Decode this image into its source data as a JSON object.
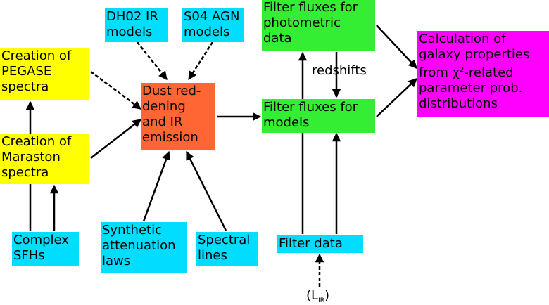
{
  "nodes": {
    "dh02": {
      "text": "DH02 IR\nmodels",
      "color": "#00ddff"
    },
    "s04": {
      "text": "S04 AGN\nmodels",
      "color": "#00ddff"
    },
    "pegase": {
      "text": "Creation of\nPEGASE\nspectra",
      "color": "#ffff00"
    },
    "maraston": {
      "text": "Creation of\nMaraston\nspectra",
      "color": "#ffff00"
    },
    "dust": {
      "text": "Dust red-\ndening\nand IR\nemission",
      "color": "#ff6633"
    },
    "ff_phot": {
      "text": "Filter fluxes for\nphotometric\ndata",
      "color": "#33ee33"
    },
    "ff_models": {
      "text": "Filter fluxes for\nmodels",
      "color": "#33ee33"
    },
    "calc_line1": "Calculation of\ngalaxy properties\nfrom ",
    "calc_chi": "χ",
    "calc_sup": "2",
    "calc_line2": "-related\nparameter prob.\ndistributions",
    "calc_color": "#ff00ff",
    "sfh": {
      "text": "Complex\nSFHs",
      "color": "#00ddff"
    },
    "atten": {
      "text": "Synthetic\nattenuation\nlaws",
      "color": "#00ddff"
    },
    "lines": {
      "text": "Spectral\nlines",
      "color": "#00ddff"
    },
    "filter_data": {
      "text": "Filter data",
      "color": "#00ddff"
    }
  },
  "labels": {
    "redshifts": "redshifts",
    "lir_open": "(L",
    "lir_sub": "IR",
    "lir_close": ")"
  },
  "edges": [
    {
      "from": "dh02",
      "to": "dust",
      "style": "dashed"
    },
    {
      "from": "s04",
      "to": "dust",
      "style": "dashed"
    },
    {
      "from": "pegase",
      "to": "dust",
      "style": "dashed"
    },
    {
      "from": "maraston",
      "to": "dust",
      "style": "solid"
    },
    {
      "from": "maraston",
      "to": "pegase",
      "style": "solid"
    },
    {
      "from": "sfh",
      "to": "maraston",
      "style": "solid"
    },
    {
      "from": "atten",
      "to": "dust",
      "style": "solid"
    },
    {
      "from": "lines",
      "to": "dust",
      "style": "solid"
    },
    {
      "from": "dust",
      "to": "ff_models",
      "style": "solid"
    },
    {
      "from": "ff_phot",
      "to": "ff_models",
      "style": "solid",
      "label": "redshifts"
    },
    {
      "from": "filter_data",
      "to": "ff_phot",
      "style": "solid"
    },
    {
      "from": "filter_data",
      "to": "ff_models",
      "style": "solid"
    },
    {
      "from": "lir",
      "to": "filter_data",
      "style": "dashed"
    },
    {
      "from": "ff_phot",
      "to": "calc",
      "style": "solid"
    },
    {
      "from": "ff_models",
      "to": "calc",
      "style": "solid"
    }
  ]
}
